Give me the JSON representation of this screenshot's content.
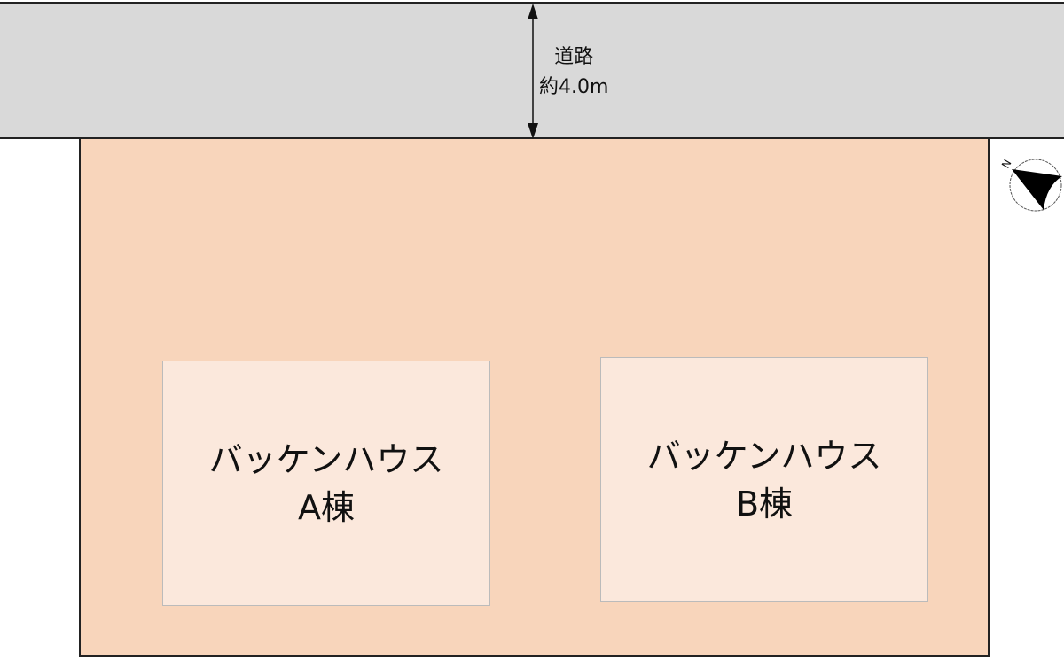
{
  "road": {
    "name": "道路",
    "width": "約4.0m"
  },
  "buildings": [
    {
      "name": "バッケンハウス",
      "unit": "A棟"
    },
    {
      "name": "バッケンハウス",
      "unit": "B棟"
    }
  ],
  "compass": {
    "label": "N"
  },
  "colors": {
    "road": "#d9d9d9",
    "lot": "#f8d5bb",
    "building": "#fbe8dc"
  }
}
